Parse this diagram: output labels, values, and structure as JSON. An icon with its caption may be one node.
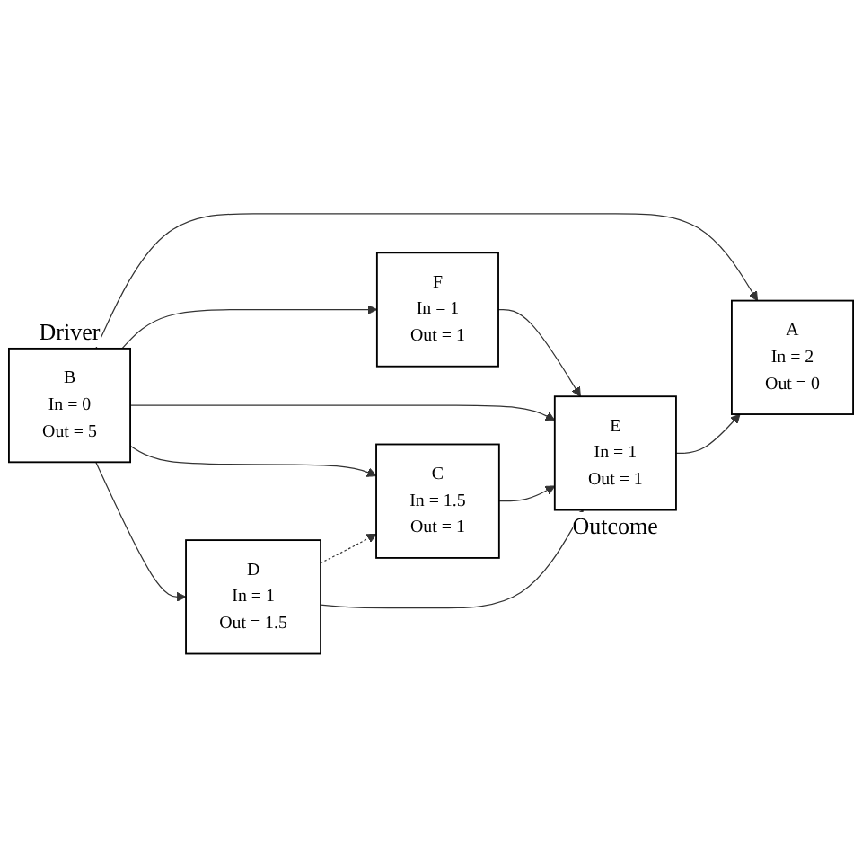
{
  "diagram": {
    "nodes": [
      {
        "text": [
          "A",
          "In = 2",
          "Out = 0"
        ]
      },
      {
        "text": [
          "F",
          "In = 1",
          "Out = 1"
        ]
      },
      {
        "text": [
          "B",
          "In = 0",
          "Out = 5"
        ],
        "beside": [
          "Driver"
        ]
      },
      {
        "text": [
          "E",
          "In = 1",
          "Out = 1"
        ],
        "beside": [
          "Outcome"
        ]
      },
      {
        "text": [
          "C",
          "In = 1.5",
          "Out = 1"
        ]
      },
      {
        "text": [
          "D",
          "In = 1",
          "Out = 1.5"
        ]
      }
    ],
    "edges": [
      {
        "from": 2,
        "to": 0,
        "arrow": "to"
      },
      {
        "from": 2,
        "to": 1,
        "arrow": "to"
      },
      {
        "from": 1,
        "to": 3,
        "arrow": "to"
      },
      {
        "from": 3,
        "to": 0,
        "arrow": "to"
      },
      {
        "from": 2,
        "to": 3,
        "arrow": "to"
      },
      {
        "from": 2,
        "to": 4,
        "arrow": "to"
      },
      {
        "from": 4,
        "to": 3,
        "arrow": "to"
      },
      {
        "from": 2,
        "to": 5,
        "arrow": "to"
      },
      {
        "from": 5,
        "to": 3,
        "arrow": "to"
      },
      {
        "from": 5,
        "to": 4,
        "arrow": "to",
        "style": "dashed"
      }
    ]
  }
}
